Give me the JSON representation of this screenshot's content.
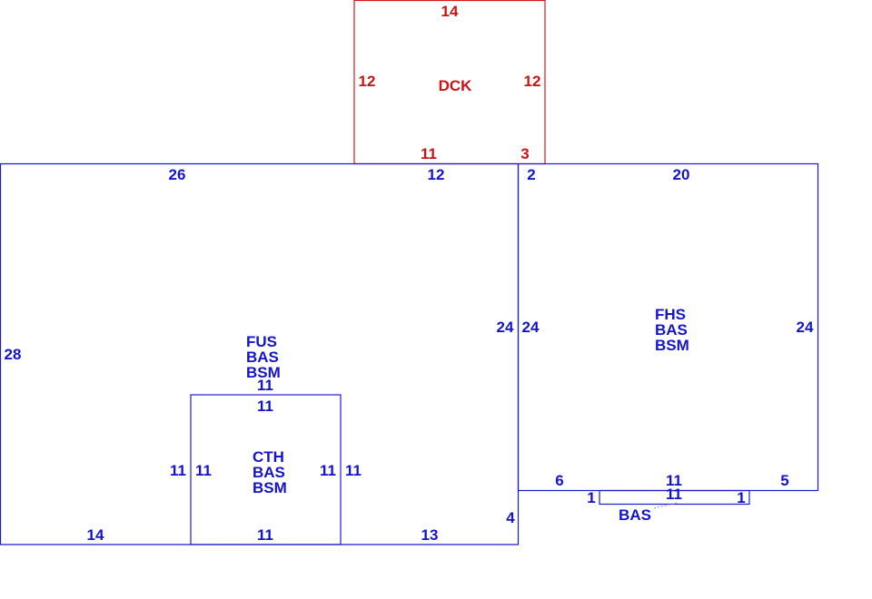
{
  "colors": {
    "main": "#1414c8",
    "deck": "#c81414"
  },
  "deck": {
    "code": "DCK",
    "top": "14",
    "left": "12",
    "right": "12",
    "bottom_left": "11",
    "bottom_right": "3"
  },
  "main_section": {
    "codes": [
      "FUS",
      "BAS",
      "BSM"
    ],
    "top_left": "26",
    "top_right": "12",
    "left": "28",
    "right": "24",
    "bottom_left": "14",
    "bottom_right": "13",
    "step": "4"
  },
  "inner_section": {
    "codes": [
      "CTH",
      "BAS",
      "BSM"
    ],
    "top_outer": "11",
    "top_inner": "11",
    "left_outer": "11",
    "left_inner": "11",
    "right_inner": "11",
    "right_outer": "11",
    "bottom": "11"
  },
  "right_section": {
    "codes": [
      "FHS",
      "BAS",
      "BSM"
    ],
    "top_left": "2",
    "top": "20",
    "left": "24",
    "right": "24",
    "bottom_left": "6",
    "bottom_mid": "11",
    "bottom_right": "5"
  },
  "bay": {
    "code": "BAS",
    "top": "11",
    "left": "1",
    "right": "1"
  }
}
